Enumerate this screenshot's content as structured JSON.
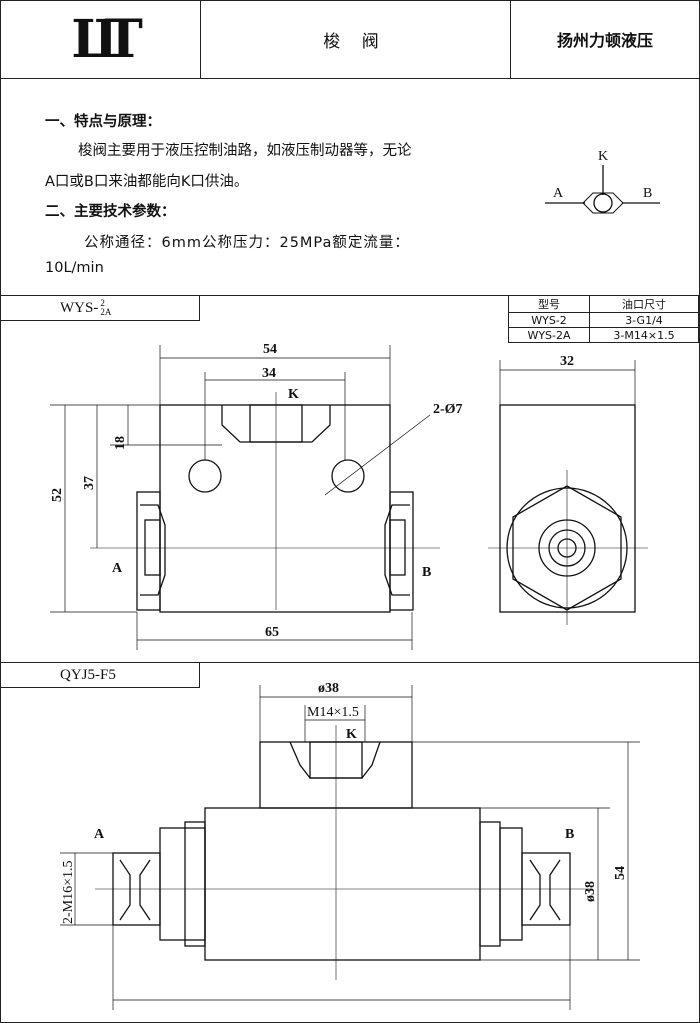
{
  "header": {
    "logo": "LIT",
    "title": "梭 阀",
    "company": "扬州力顿液压"
  },
  "intro": {
    "section1_heading": "一、特点与原理：",
    "section1_line1": "梭阀主要用于液压控制油路，如液压制动器等，无论",
    "section1_line2": "A口或B口来油都能向K口供油。",
    "section2_heading": "二、主要技术参数：",
    "params_line1": "公称通径：6mm公称压力：25MPa额定流量：",
    "params_line2": "10L/min",
    "symbol": {
      "k": "K",
      "a": "A",
      "b": "B"
    }
  },
  "model1": {
    "label_main": "WYS-",
    "label_sup": "2",
    "label_sub": "2A",
    "table": {
      "headers": [
        "型号",
        "油口尺寸"
      ],
      "rows": [
        [
          "WYS-2",
          "3-G1/4"
        ],
        [
          "WYS-2A",
          "3-M14×1.5"
        ]
      ]
    },
    "dims": {
      "w54": "54",
      "w34": "34",
      "k": "K",
      "holes": "2-Ø7",
      "h18": "18",
      "h37": "37",
      "h52": "52",
      "a": "A",
      "b": "B",
      "w65": "65",
      "side32": "32"
    }
  },
  "model2": {
    "label": "QYJ5-F5",
    "dims": {
      "d38": "ø38",
      "m14": "M14×1.5",
      "k": "K",
      "a": "A",
      "b": "B",
      "m16": "2-M16×1.5",
      "d38v": "ø38",
      "h54": "54"
    }
  }
}
